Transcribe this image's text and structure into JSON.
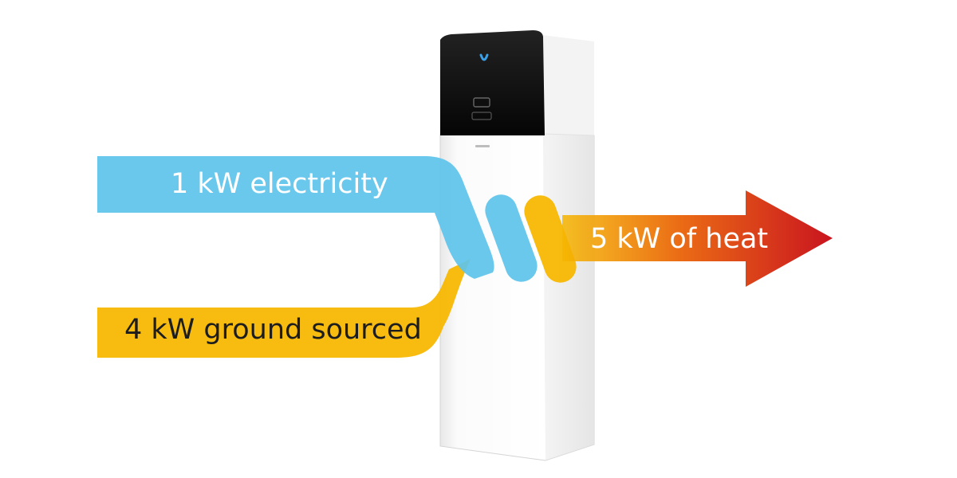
{
  "flows": {
    "electricity": {
      "label": "1 kW electricity",
      "color": "#5ec3eb"
    },
    "ground": {
      "label": "4 kW ground sourced",
      "color": "#f6b800"
    },
    "heat": {
      "label": "5 kW of heat",
      "gradient": [
        "#f6b800",
        "#e53a12",
        "#c9141f"
      ]
    }
  },
  "unit": {
    "panel_color": "#0c0c0c",
    "body_color": "#f4f4f4",
    "indicator_color": "#3aa0e8"
  }
}
